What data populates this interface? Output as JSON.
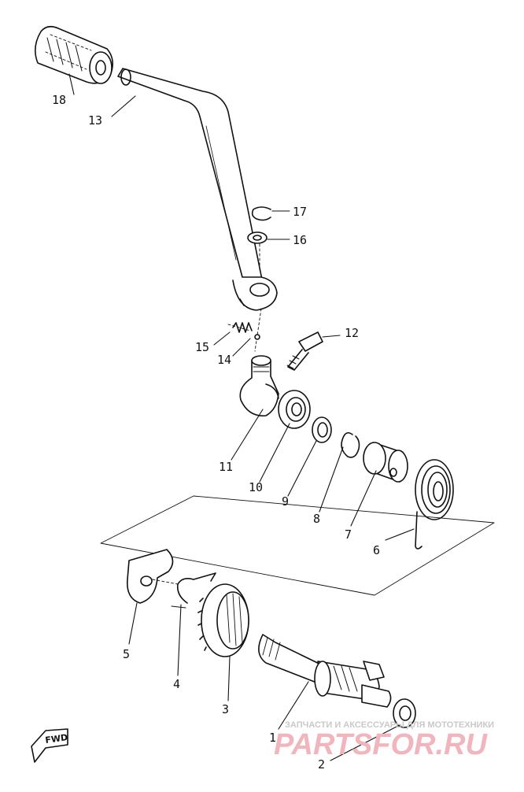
{
  "diagram": {
    "parts": [
      {
        "id": "1",
        "label": "1",
        "name": "kick-axle"
      },
      {
        "id": "2",
        "label": "2",
        "name": "washer"
      },
      {
        "id": "3",
        "label": "3",
        "name": "kick-gear"
      },
      {
        "id": "4",
        "label": "4",
        "name": "circlip"
      },
      {
        "id": "5",
        "label": "5",
        "name": "ratchet-guide-plate"
      },
      {
        "id": "6",
        "label": "6",
        "name": "torsion-spring"
      },
      {
        "id": "7",
        "label": "7",
        "name": "spring-cover"
      },
      {
        "id": "8",
        "label": "8",
        "name": "circlip"
      },
      {
        "id": "9",
        "label": "9",
        "name": "washer"
      },
      {
        "id": "10",
        "label": "10",
        "name": "oil-seal"
      },
      {
        "id": "11",
        "label": "11",
        "name": "kick-crank-boss"
      },
      {
        "id": "12",
        "label": "12",
        "name": "bolt"
      },
      {
        "id": "13",
        "label": "13",
        "name": "kick-crank"
      },
      {
        "id": "14",
        "label": "14",
        "name": "ball"
      },
      {
        "id": "15",
        "label": "15",
        "name": "spring"
      },
      {
        "id": "16",
        "label": "16",
        "name": "washer"
      },
      {
        "id": "17",
        "label": "17",
        "name": "circlip"
      },
      {
        "id": "18",
        "label": "18",
        "name": "kick-crank-grip"
      }
    ],
    "fwd_label": "FWD"
  },
  "watermark": {
    "tagline": "ЗАПЧАСТИ И АКСЕССУАРЫ ДЛЯ МОТОТЕХНИКИ",
    "brand": "PARTSFOR.RU"
  },
  "colors": {
    "ink": "#111111",
    "watermark_brand": "#f1b6bd",
    "watermark_tagline": "#c9c9c9"
  }
}
